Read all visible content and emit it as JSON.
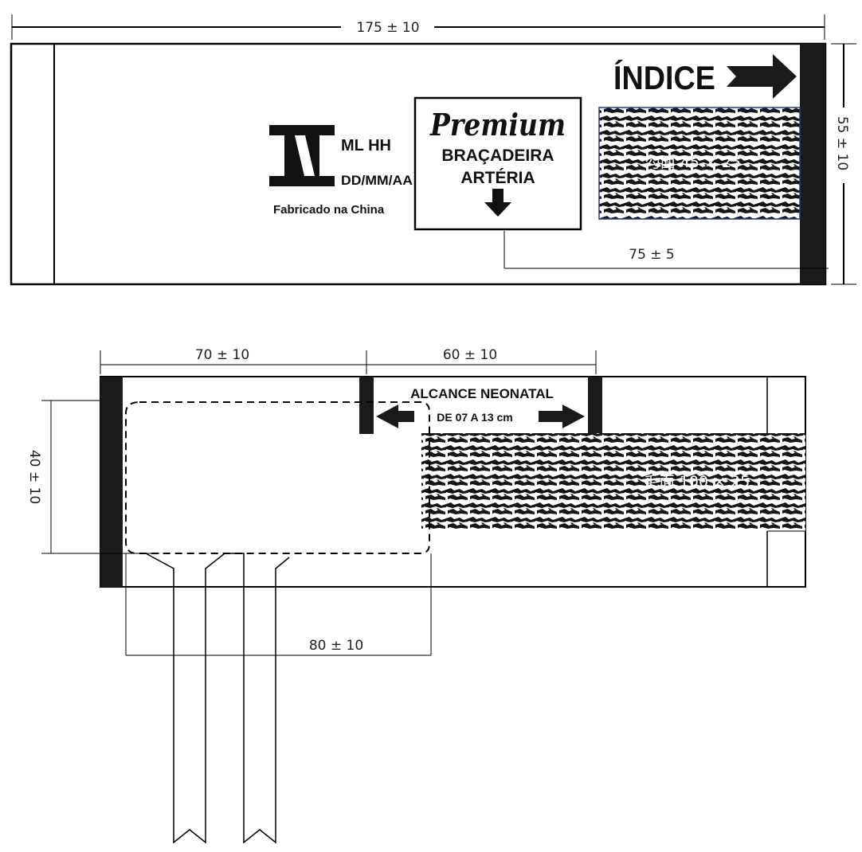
{
  "top_view": {
    "width_dim": "175 ± 10",
    "height_dim": "55 ± 10",
    "offset_dim": "75 ± 5",
    "index_label": "ÍNDICE",
    "logo_lines": [
      "ML HH",
      "DD/MM/AA"
    ],
    "made_in": "Fabricado na China",
    "premium_box": {
      "title": "Premium",
      "line1": "BRAÇADEIRA",
      "line2": "ARTÉRIA"
    },
    "hook_patch": "勾面 45 × 25"
  },
  "bottom_view": {
    "left_dim": "70 ± 10",
    "right_dim": "60 ± 10",
    "height_dim": "40 ± 10",
    "bladder_dim": "80 ± 10",
    "range_title": "ALCANCE NEONATAL",
    "range_text": "DE  07  A  13 cm",
    "loop_patch": "毛面 100 × 25"
  }
}
